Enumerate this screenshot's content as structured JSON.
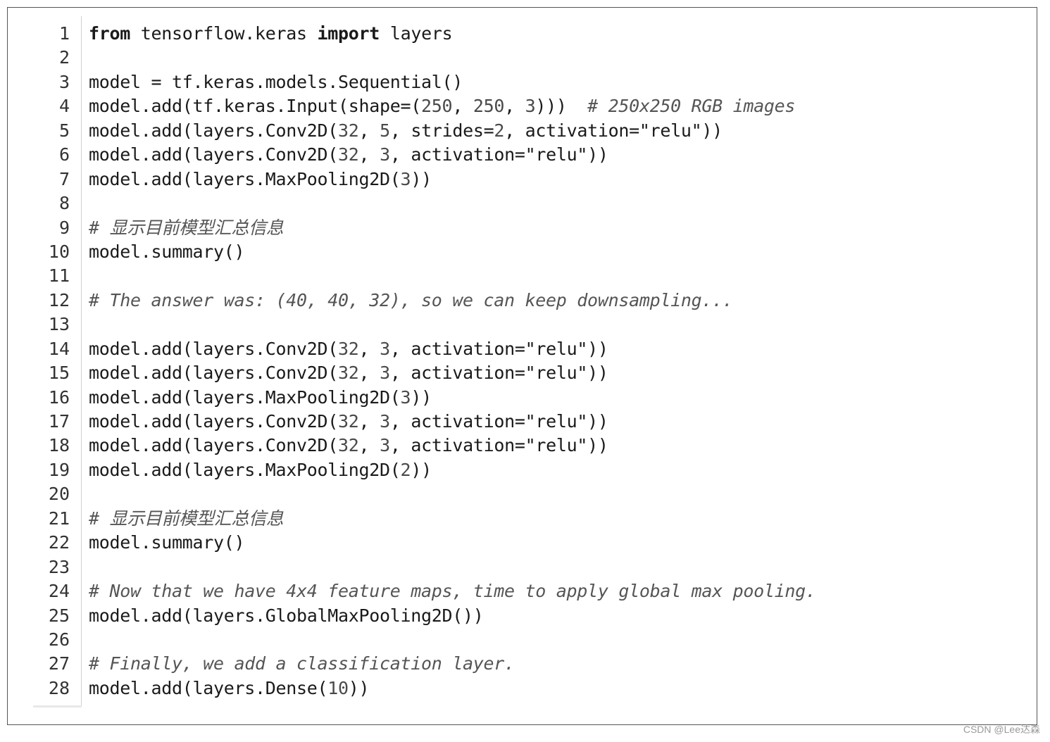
{
  "code_lines": [
    {
      "n": "1",
      "segments": [
        {
          "t": "from",
          "k": "kw"
        },
        {
          "t": " tensorflow.keras ",
          "k": "plain"
        },
        {
          "t": "import",
          "k": "kw"
        },
        {
          "t": " layers",
          "k": "plain"
        }
      ]
    },
    {
      "n": "2",
      "segments": []
    },
    {
      "n": "3",
      "segments": [
        {
          "t": "model = tf.keras.models.Sequential()",
          "k": "plain"
        }
      ]
    },
    {
      "n": "4",
      "segments": [
        {
          "t": "model.add(tf.keras.Input(shape=(",
          "k": "plain"
        },
        {
          "t": "250",
          "k": "num"
        },
        {
          "t": ", ",
          "k": "plain"
        },
        {
          "t": "250",
          "k": "num"
        },
        {
          "t": ", ",
          "k": "plain"
        },
        {
          "t": "3",
          "k": "num"
        },
        {
          "t": ")))  ",
          "k": "plain"
        },
        {
          "t": "# 250x250 RGB images",
          "k": "cm"
        }
      ]
    },
    {
      "n": "5",
      "segments": [
        {
          "t": "model.add(layers.Conv2D(",
          "k": "plain"
        },
        {
          "t": "32",
          "k": "num"
        },
        {
          "t": ", ",
          "k": "plain"
        },
        {
          "t": "5",
          "k": "num"
        },
        {
          "t": ", strides=",
          "k": "plain"
        },
        {
          "t": "2",
          "k": "num"
        },
        {
          "t": ", activation=",
          "k": "plain"
        },
        {
          "t": "\"relu\"",
          "k": "str"
        },
        {
          "t": "))",
          "k": "plain"
        }
      ]
    },
    {
      "n": "6",
      "segments": [
        {
          "t": "model.add(layers.Conv2D(",
          "k": "plain"
        },
        {
          "t": "32",
          "k": "num"
        },
        {
          "t": ", ",
          "k": "plain"
        },
        {
          "t": "3",
          "k": "num"
        },
        {
          "t": ", activation=",
          "k": "plain"
        },
        {
          "t": "\"relu\"",
          "k": "str"
        },
        {
          "t": "))",
          "k": "plain"
        }
      ]
    },
    {
      "n": "7",
      "segments": [
        {
          "t": "model.add(layers.MaxPooling2D(",
          "k": "plain"
        },
        {
          "t": "3",
          "k": "num"
        },
        {
          "t": "))",
          "k": "plain"
        }
      ]
    },
    {
      "n": "8",
      "segments": []
    },
    {
      "n": "9",
      "segments": [
        {
          "t": "# 显示目前模型汇总信息",
          "k": "cm"
        }
      ]
    },
    {
      "n": "10",
      "segments": [
        {
          "t": "model.summary()",
          "k": "plain"
        }
      ]
    },
    {
      "n": "11",
      "segments": []
    },
    {
      "n": "12",
      "segments": [
        {
          "t": "# The answer was: (40, 40, 32), so we can keep downsampling...",
          "k": "cm"
        }
      ]
    },
    {
      "n": "13",
      "segments": []
    },
    {
      "n": "14",
      "segments": [
        {
          "t": "model.add(layers.Conv2D(",
          "k": "plain"
        },
        {
          "t": "32",
          "k": "num"
        },
        {
          "t": ", ",
          "k": "plain"
        },
        {
          "t": "3",
          "k": "num"
        },
        {
          "t": ", activation=",
          "k": "plain"
        },
        {
          "t": "\"relu\"",
          "k": "str"
        },
        {
          "t": "))",
          "k": "plain"
        }
      ]
    },
    {
      "n": "15",
      "segments": [
        {
          "t": "model.add(layers.Conv2D(",
          "k": "plain"
        },
        {
          "t": "32",
          "k": "num"
        },
        {
          "t": ", ",
          "k": "plain"
        },
        {
          "t": "3",
          "k": "num"
        },
        {
          "t": ", activation=",
          "k": "plain"
        },
        {
          "t": "\"relu\"",
          "k": "str"
        },
        {
          "t": "))",
          "k": "plain"
        }
      ]
    },
    {
      "n": "16",
      "segments": [
        {
          "t": "model.add(layers.MaxPooling2D(",
          "k": "plain"
        },
        {
          "t": "3",
          "k": "num"
        },
        {
          "t": "))",
          "k": "plain"
        }
      ]
    },
    {
      "n": "17",
      "segments": [
        {
          "t": "model.add(layers.Conv2D(",
          "k": "plain"
        },
        {
          "t": "32",
          "k": "num"
        },
        {
          "t": ", ",
          "k": "plain"
        },
        {
          "t": "3",
          "k": "num"
        },
        {
          "t": ", activation=",
          "k": "plain"
        },
        {
          "t": "\"relu\"",
          "k": "str"
        },
        {
          "t": "))",
          "k": "plain"
        }
      ]
    },
    {
      "n": "18",
      "segments": [
        {
          "t": "model.add(layers.Conv2D(",
          "k": "plain"
        },
        {
          "t": "32",
          "k": "num"
        },
        {
          "t": ", ",
          "k": "plain"
        },
        {
          "t": "3",
          "k": "num"
        },
        {
          "t": ", activation=",
          "k": "plain"
        },
        {
          "t": "\"relu\"",
          "k": "str"
        },
        {
          "t": "))",
          "k": "plain"
        }
      ]
    },
    {
      "n": "19",
      "segments": [
        {
          "t": "model.add(layers.MaxPooling2D(",
          "k": "plain"
        },
        {
          "t": "2",
          "k": "num"
        },
        {
          "t": "))",
          "k": "plain"
        }
      ]
    },
    {
      "n": "20",
      "segments": []
    },
    {
      "n": "21",
      "segments": [
        {
          "t": "# 显示目前模型汇总信息",
          "k": "cm"
        }
      ]
    },
    {
      "n": "22",
      "segments": [
        {
          "t": "model.summary()",
          "k": "plain"
        }
      ]
    },
    {
      "n": "23",
      "segments": []
    },
    {
      "n": "24",
      "segments": [
        {
          "t": "# Now that we have 4x4 feature maps, time to apply global max pooling.",
          "k": "cm"
        }
      ]
    },
    {
      "n": "25",
      "segments": [
        {
          "t": "model.add(layers.GlobalMaxPooling2D())",
          "k": "plain"
        }
      ]
    },
    {
      "n": "26",
      "segments": []
    },
    {
      "n": "27",
      "segments": [
        {
          "t": "# Finally, we add a classification layer.",
          "k": "cm"
        }
      ]
    },
    {
      "n": "28",
      "segments": [
        {
          "t": "model.add(layers.Dense(",
          "k": "plain"
        },
        {
          "t": "10",
          "k": "num"
        },
        {
          "t": "))",
          "k": "plain"
        }
      ]
    }
  ],
  "watermark": "CSDN @Lee达森",
  "colors": {
    "border": "#555555",
    "gutter_separator": "#d0d0d0",
    "code_text": "#1a1a1a",
    "number_text": "#4a4a4a",
    "comment_text": "#555555",
    "watermark_text": "#9a9a9a"
  }
}
